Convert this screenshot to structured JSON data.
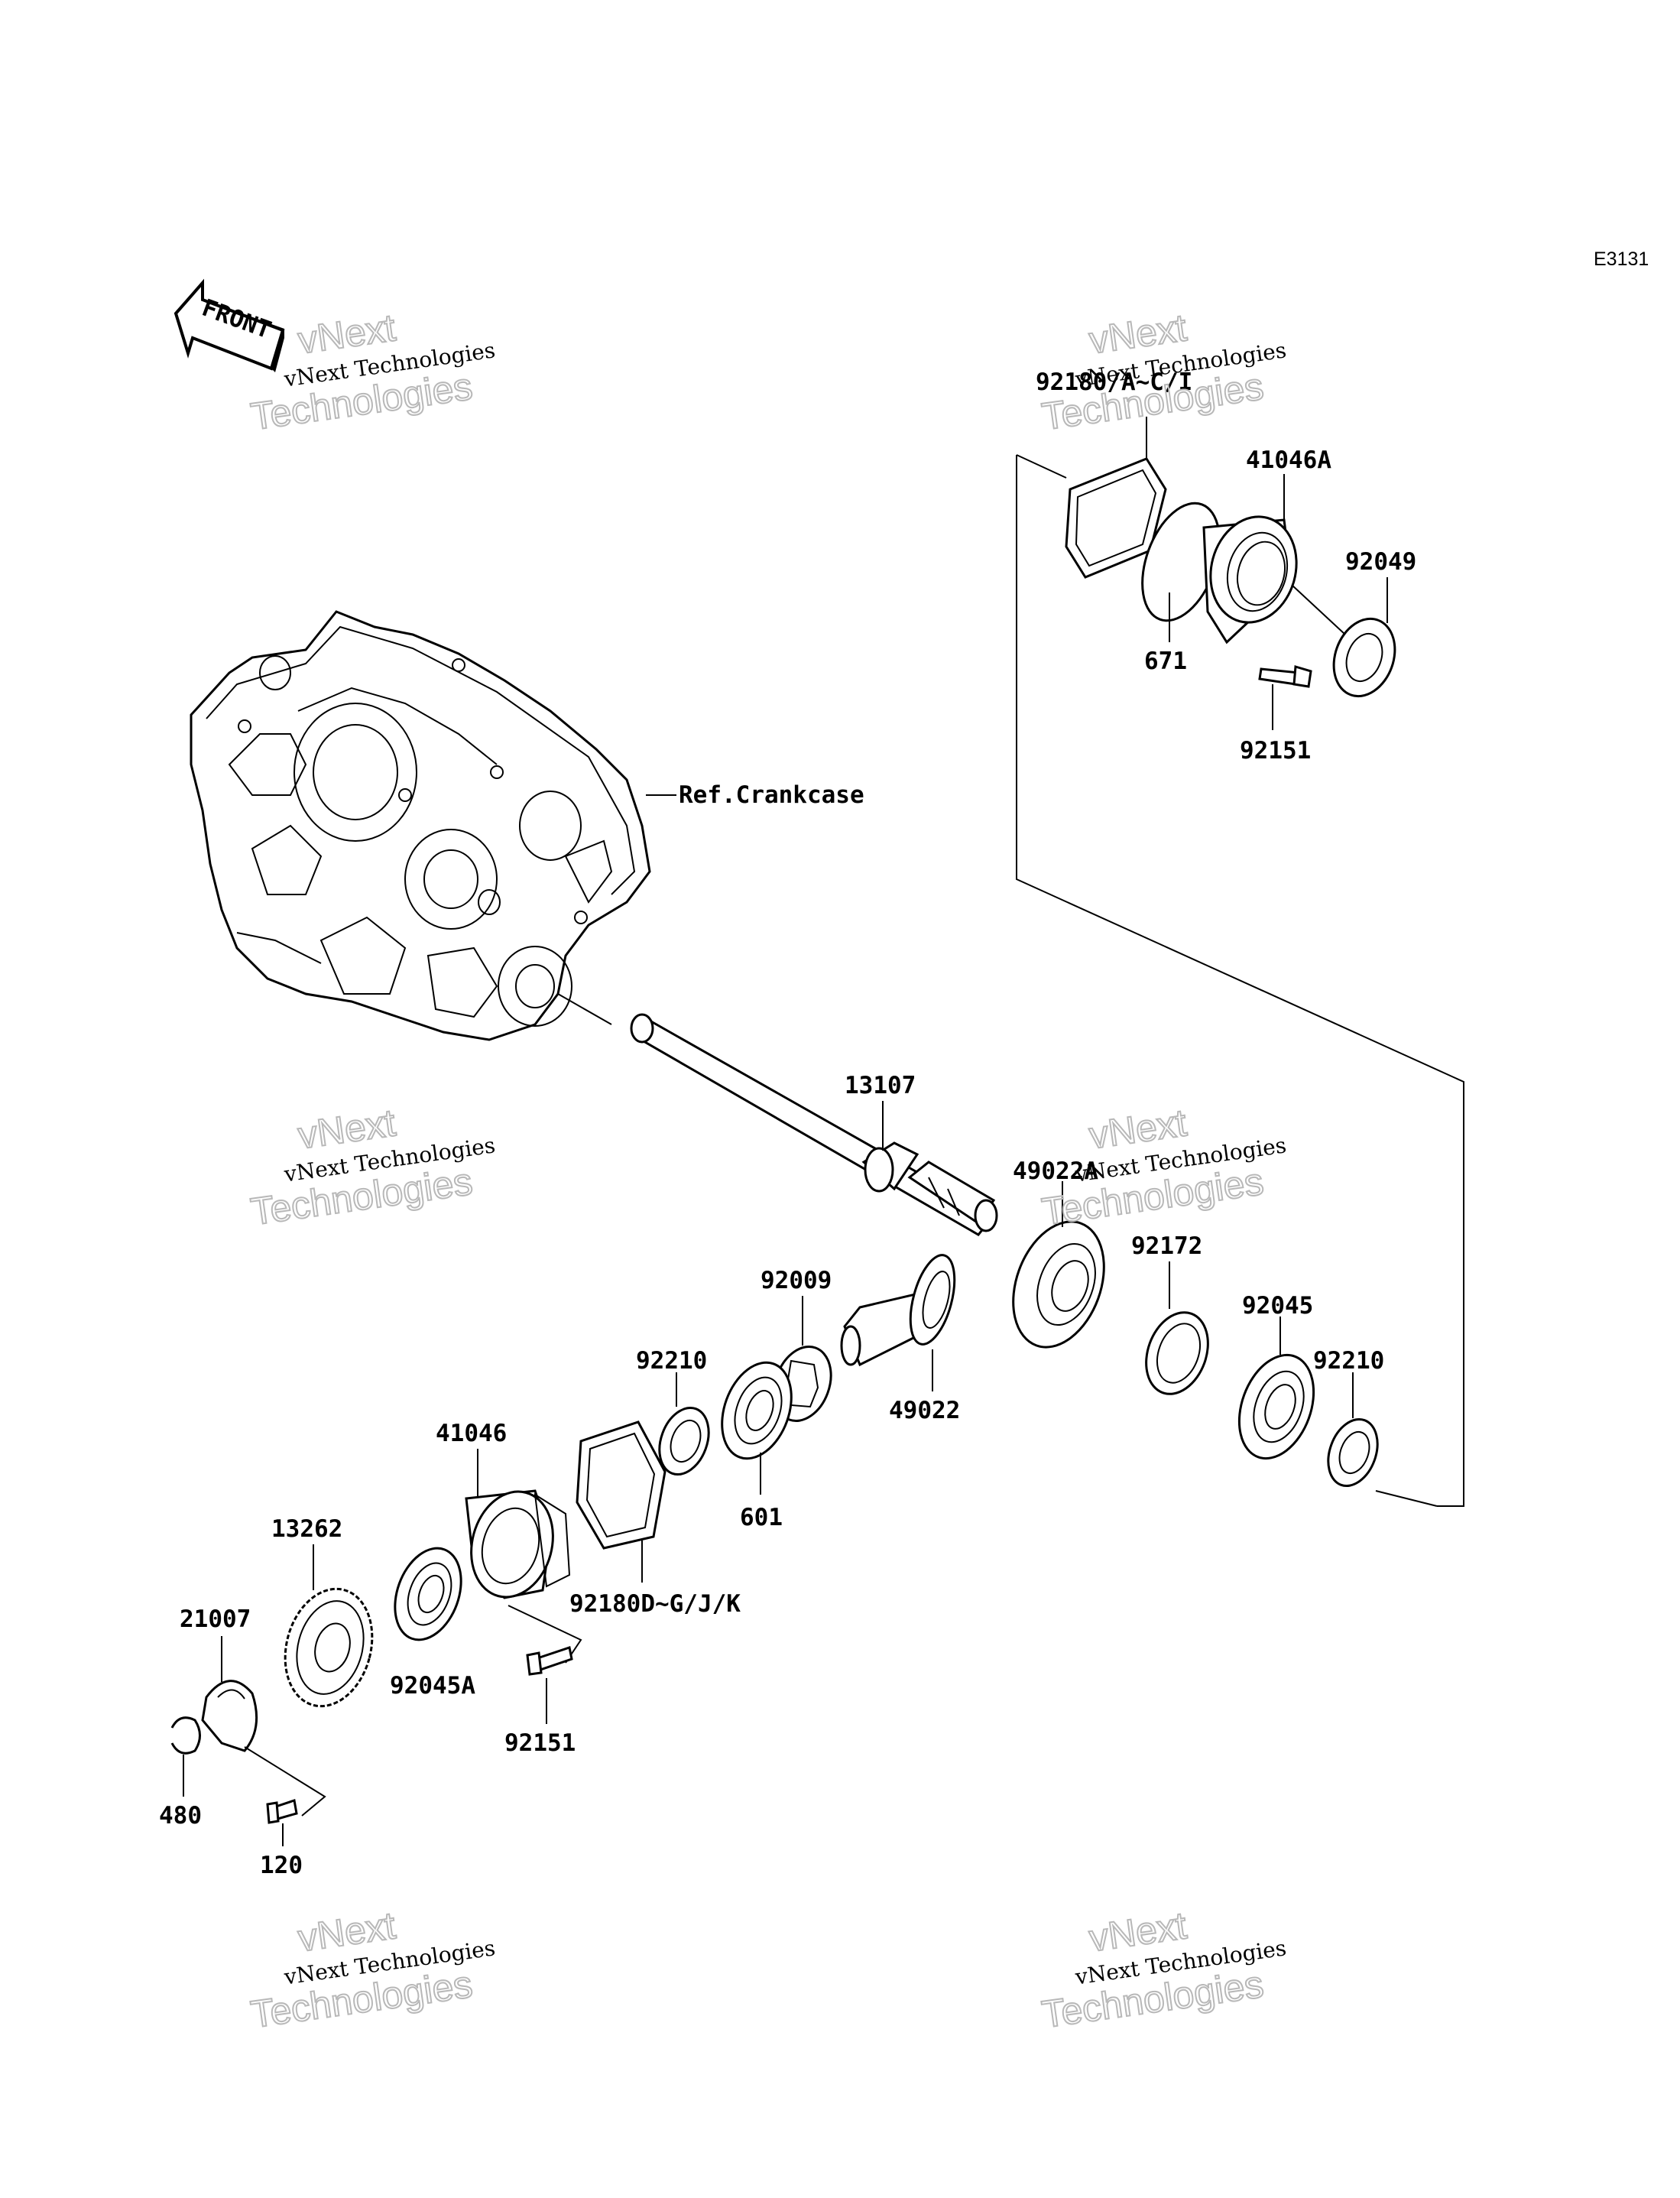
{
  "diagram_code": "E3131",
  "front_arrow_text": "FRONT",
  "reference_label": "Ref.Crankcase",
  "watermark": {
    "line_small": "vNext Technologies",
    "line_large_top": "vNext",
    "line_large_bottom": "Technologies"
  },
  "part_labels": {
    "p92180_ac": "92180/A~C/I",
    "p41046a": "41046A",
    "p92049": "92049",
    "p671": "671",
    "p92151_top": "92151",
    "p13107": "13107",
    "p49022a": "49022A",
    "p92172": "92172",
    "p92045": "92045",
    "p92210_right": "92210",
    "p92009": "92009",
    "p49022": "49022",
    "p92210_left": "92210",
    "p601": "601",
    "p41046": "41046",
    "p92180_dk": "92180D~G/J/K",
    "p13262": "13262",
    "p92045a": "92045A",
    "p92151_bottom": "92151",
    "p21007": "21007",
    "p480": "480",
    "p120": "120"
  }
}
